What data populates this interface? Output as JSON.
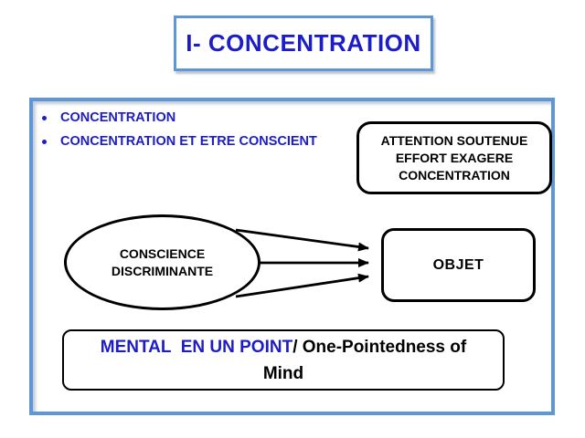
{
  "title": {
    "text": "I- CONCENTRATION"
  },
  "bullets": [
    {
      "label": "CONCENTRATION"
    },
    {
      "label": "CONCENTRATION ET ETRE CONSCIENT"
    }
  ],
  "attention_box": {
    "lines": [
      "ATTENTION SOUTENUE",
      "EFFORT EXAGERE",
      "CONCENTRATION"
    ]
  },
  "conscience_ellipse": {
    "lines": [
      "CONSCIENCE",
      "DISCRIMINANTE"
    ]
  },
  "objet_box": {
    "label": "OBJET"
  },
  "mental_box": {
    "french": "MENTAL  EN UN POINT",
    "english": "/ One-Pointedness of Mind"
  },
  "colors": {
    "text_blue": "#1C1CC8",
    "frame_blue": "#5E96D6",
    "shape_border": "#000000",
    "background": "#FFFFFF"
  }
}
